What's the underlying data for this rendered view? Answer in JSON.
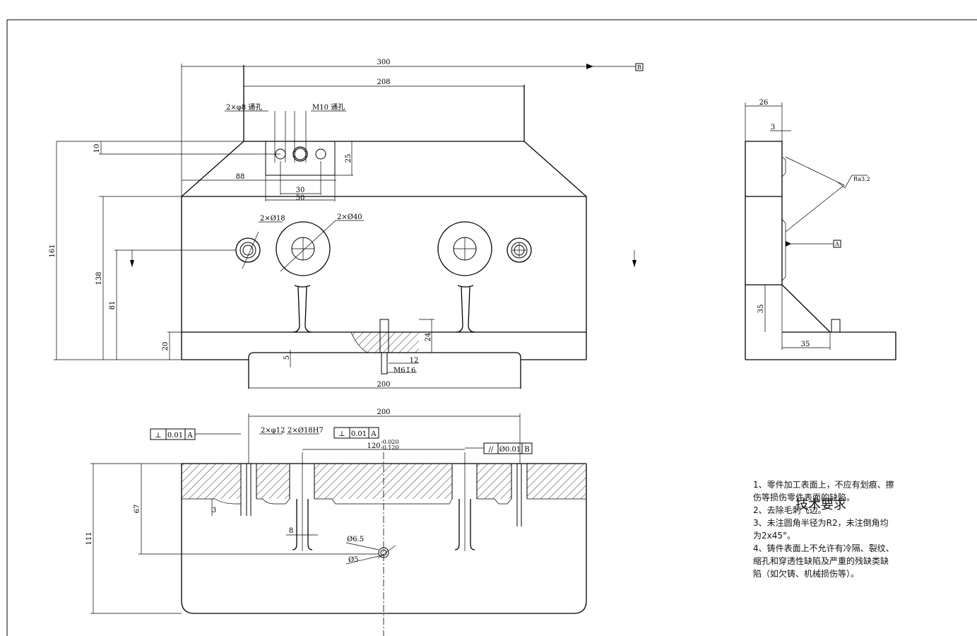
{
  "front_view": {
    "dim_overall_width": "300",
    "dim_top_width": "208",
    "dim_width_88": "88",
    "dim_30": "30",
    "dim_50": "50",
    "dim_10": "10",
    "dim_25": "25",
    "dim_height_161": "161",
    "dim_height_138": "138",
    "dim_height_81": "81",
    "dim_height_20": "20",
    "dim_5": "5",
    "dim_24": "24",
    "dim_12": "12",
    "dim_base_200": "200",
    "label_holes_8": "2×φ8 通孔",
    "label_m10": "M10 通孔",
    "label_holes_18": "2×Ø18",
    "label_holes_40": "2×Ø40",
    "label_m6": "M6↧6",
    "datum_b": "B"
  },
  "side_view": {
    "dim_26": "26",
    "dim_3": "3",
    "dim_35_v": "35",
    "dim_35_h": "35",
    "roughness": "Ra3.2",
    "datum_a": "A"
  },
  "section_view": {
    "dim_200": "200",
    "dim_2x12": "2×φ12",
    "dim_2x18h7": "2×Ø18H7",
    "dim_120": "120",
    "tol_upper": "-0.020",
    "tol_lower": "-0.120",
    "dim_67": "67",
    "dim_111": "111",
    "dim_3": "3",
    "dim_8": "8",
    "dim_6_5": "Ø6.5",
    "dim_5": "Ø5",
    "fcf1_sym": "⊥",
    "fcf1_val": "0.01",
    "fcf1_ref": "A",
    "fcf2_sym": "⊥",
    "fcf2_val": "0.01",
    "fcf2_ref": "A",
    "fcf3_sym": "//",
    "fcf3_val": "Ø0.01",
    "fcf3_ref": "B"
  },
  "notes": {
    "title": "技术要求",
    "items": [
      "1、零件加工表面上，不应有划痕、擦伤等损伤零件表面的缺陷。",
      "2、去除毛刺飞边。",
      "3、未注圆角半径为R2，未注倒角均为2x45°。",
      "4、铸件表面上不允许有冷隔、裂纹、缩孔和穿透性缺陷及严重的残缺类缺陷（如欠铸、机械损伤等）。"
    ]
  }
}
